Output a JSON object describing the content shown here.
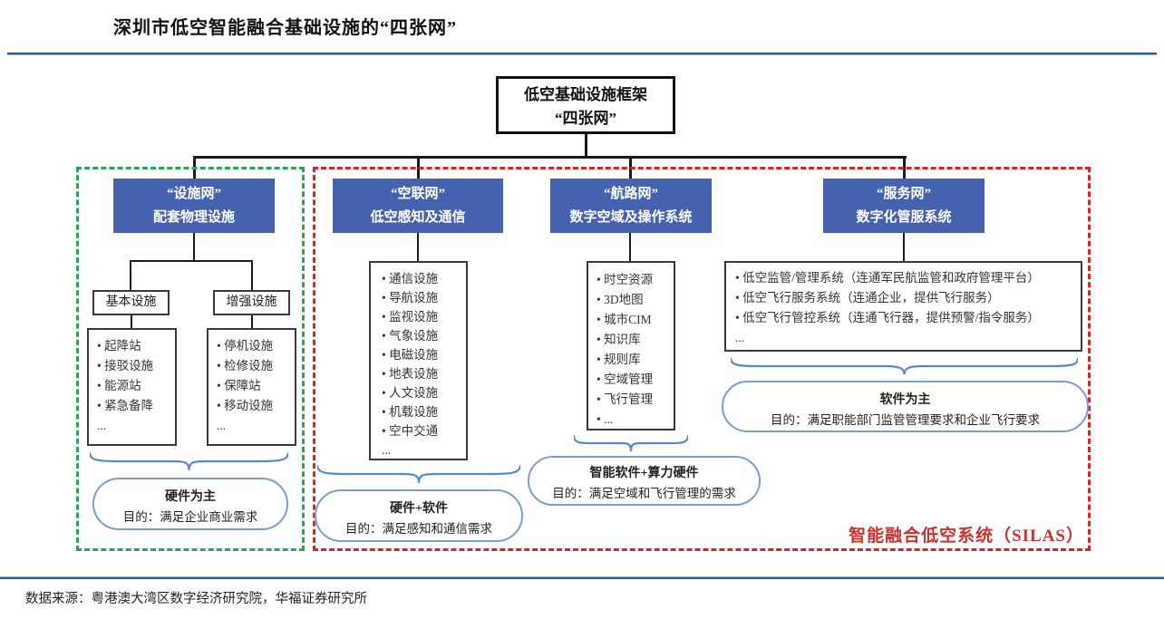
{
  "page": {
    "title": "深圳市低空智能融合基础设施的“四张网”",
    "source_note": "数据来源：粤港澳大湾区数字经济研究院，华福证券研究所"
  },
  "root_box": {
    "line1": "低空基础设施框架",
    "line2": "“四张网”"
  },
  "silas_label": "智能融合低空系统（SILAS）",
  "colors": {
    "network_box_fill": "#4462ad",
    "green_dashed_border": "#2ba55c",
    "red_dashed_border": "#dd2420",
    "summary_border": "#7c9cd6",
    "brace_stroke": "#5b87d0",
    "silas_text": "#cf312e",
    "rule_blue": "#2d5796"
  },
  "facility_network": {
    "title": "“设施网”",
    "subtitle": "配套物理设施",
    "groups": [
      {
        "label": "基本设施",
        "items": [
          "起降站",
          "接驳设施",
          "能源站",
          "紧急备降"
        ],
        "ellipsis": "..."
      },
      {
        "label": "增强设施",
        "items": [
          "停机设施",
          "检修设施",
          "保障站",
          "移动设施"
        ],
        "ellipsis": "..."
      }
    ],
    "summary": {
      "line1": "硬件为主",
      "line2": "目的：满足企业商业需求"
    }
  },
  "air_network": {
    "title": "“空联网”",
    "subtitle": "低空感知及通信",
    "items": [
      "通信设施",
      "导航设施",
      "监视设施",
      "气象设施",
      "电磁设施",
      "地表设施",
      "人文设施",
      "机载设施",
      "空中交通"
    ],
    "ellipsis": "...",
    "summary": {
      "line1": "硬件+软件",
      "line2": "目的：满足感知和通信需求"
    }
  },
  "route_network": {
    "title": "“航路网”",
    "subtitle": "数字空域及操作系统",
    "items": [
      "时空资源",
      "3D地图",
      "城市CIM",
      "知识库",
      "规则库",
      "空域管理",
      "飞行管理",
      "..."
    ],
    "summary": {
      "line1": "智能软件+算力硬件",
      "line2": "目的：满足空域和飞行管理的需求"
    }
  },
  "service_network": {
    "title": "“服务网”",
    "subtitle": "数字化管服系统",
    "items": [
      "低空监管/管理系统（连通军民航监管和政府管理平台）",
      "低空飞行服务系统（连通企业，提供飞行服务）",
      "低空飞行管控系统（连通飞行器，提供预警/指令服务）"
    ],
    "ellipsis": "...",
    "summary": {
      "line1": "软件为主",
      "line2": "目的：满足职能部门监管管理要求和企业飞行要求"
    }
  }
}
